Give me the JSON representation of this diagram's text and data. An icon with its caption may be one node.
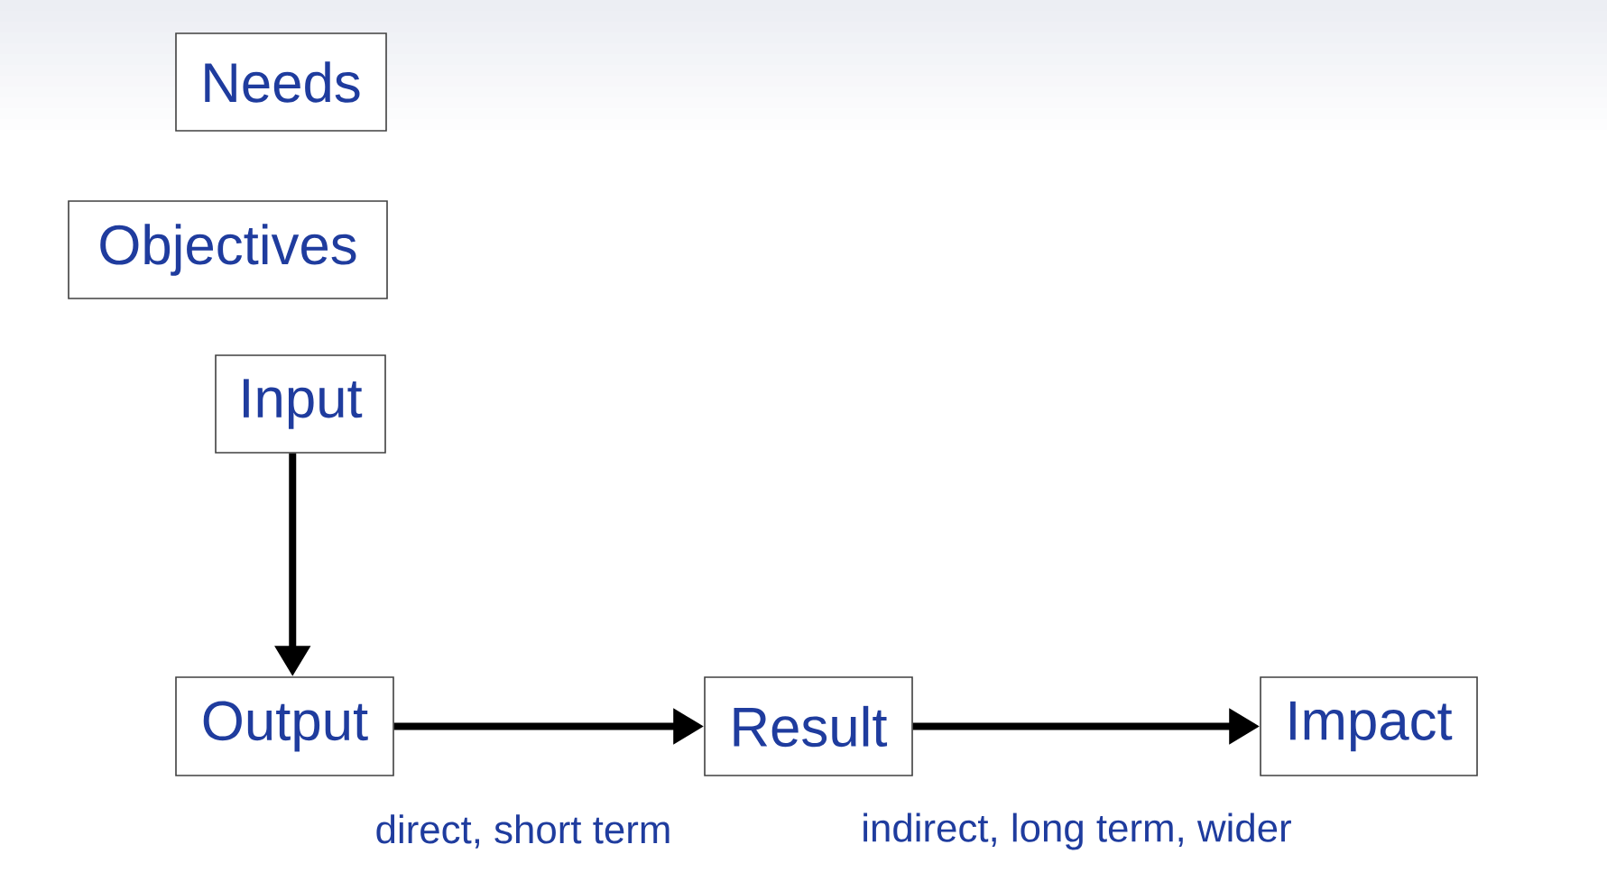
{
  "diagram": {
    "nodes": [
      {
        "text": [
          "Needs"
        ]
      },
      {
        "text": [
          "Objectives"
        ]
      },
      {
        "text": [
          "Input"
        ]
      },
      {
        "text": [
          "Output"
        ]
      },
      {
        "text": [
          "Result"
        ]
      },
      {
        "text": [
          "Impact"
        ]
      }
    ],
    "edges": [
      {
        "from": 2,
        "to": 3,
        "arrow": "to"
      },
      {
        "from": 3,
        "to": 4,
        "arrow": "to",
        "label": "direct, short term"
      },
      {
        "from": 4,
        "to": 5,
        "arrow": "to",
        "label": "indirect, long term, wider"
      }
    ]
  }
}
